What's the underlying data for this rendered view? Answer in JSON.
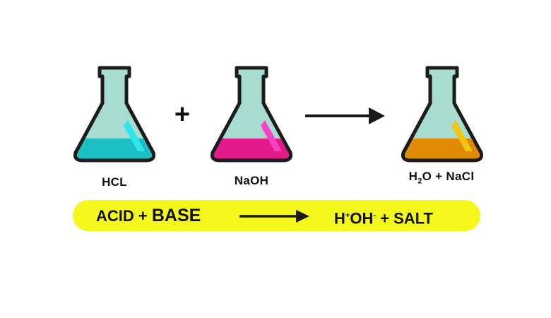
{
  "flasks": [
    {
      "label": "HCL",
      "liquid_color": "#1bbfc4",
      "highlight_color": "#2ee6ea"
    },
    {
      "label": "NaOH",
      "liquid_color": "#e21a8c",
      "highlight_color": "#ff3fc4"
    },
    {
      "label": "",
      "liquid_color": "#e08a06",
      "highlight_color": "#f2c510"
    }
  ],
  "glass_color": "#a7dcd0",
  "operators": {
    "plus": "+"
  },
  "product": {
    "h": "H",
    "sub2": "2",
    "o_rest": "O + NaCl"
  },
  "banner": {
    "color": "#f4f71b",
    "acid": "ACID + ",
    "base": "BASE",
    "h": "H",
    "h_sup": "+",
    "oh": "OH",
    "oh_sup": "-",
    "salt": " + SALT"
  }
}
